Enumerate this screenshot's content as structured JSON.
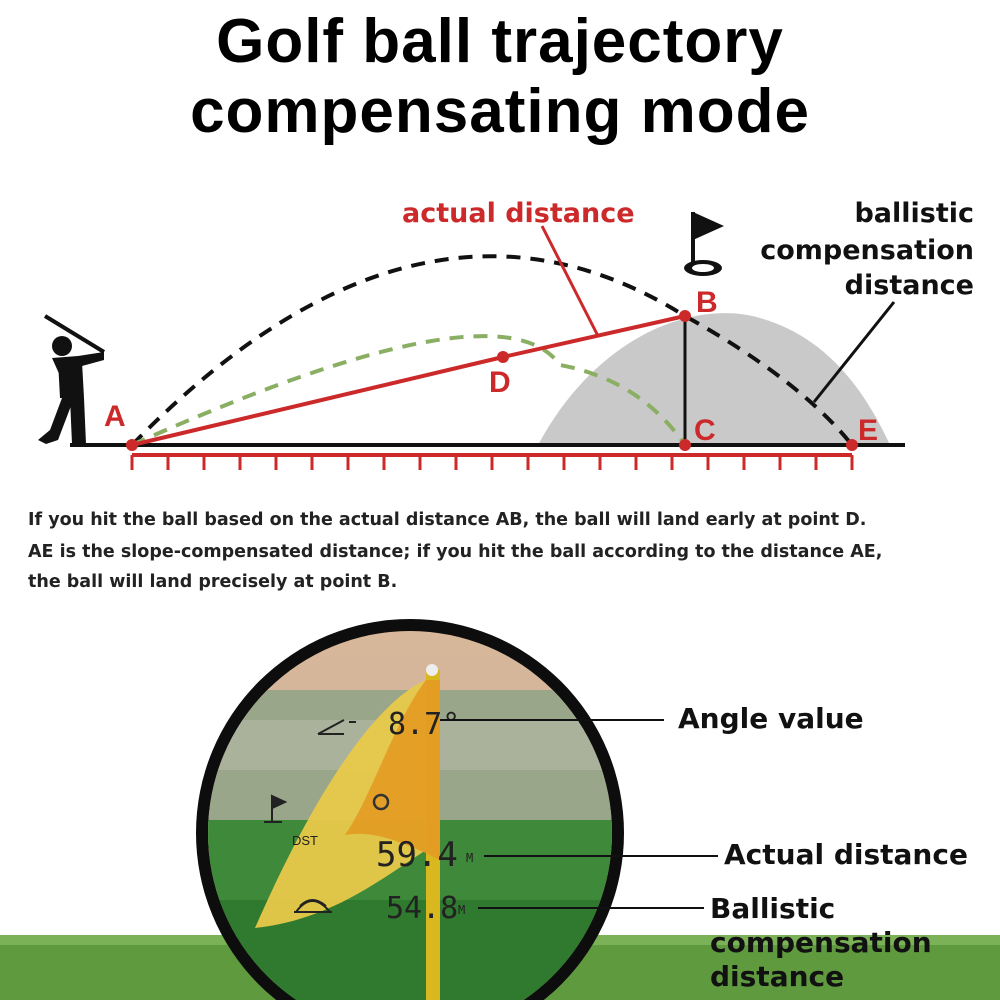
{
  "title": {
    "line1": "Golf ball trajectory",
    "line2": "compensating mode"
  },
  "diagram": {
    "points": {
      "a": "A",
      "b": "B",
      "c": "C",
      "d": "D",
      "e": "E"
    },
    "label_actual_distance": "actual distance",
    "label_ballistic": [
      "ballistic",
      "compensation",
      "distance"
    ],
    "colors": {
      "red": "#cc2a2a",
      "black": "#111111",
      "green": "#8aaf63",
      "hill": "#c9c9c9"
    }
  },
  "description": [
    "If you hit the ball based on the actual distance AB, the ball will land early at point D.",
    "AE is the slope-compensated distance; if you hit the ball according to the distance AE,",
    "the ball will land precisely at point B."
  ],
  "rangefinder": {
    "angle_value": "8.7°",
    "dst_label": "DST",
    "actual_value": "59.4",
    "actual_unit": "M",
    "ballistic_value": "54.8",
    "ballistic_unit": "M",
    "icons": [
      "angle-icon",
      "flag-icon",
      "slope-arc-icon"
    ]
  },
  "callouts": {
    "angle": "Angle value",
    "actual": "Actual distance",
    "ballistic": [
      "Ballistic",
      "compensation",
      "distance"
    ]
  }
}
